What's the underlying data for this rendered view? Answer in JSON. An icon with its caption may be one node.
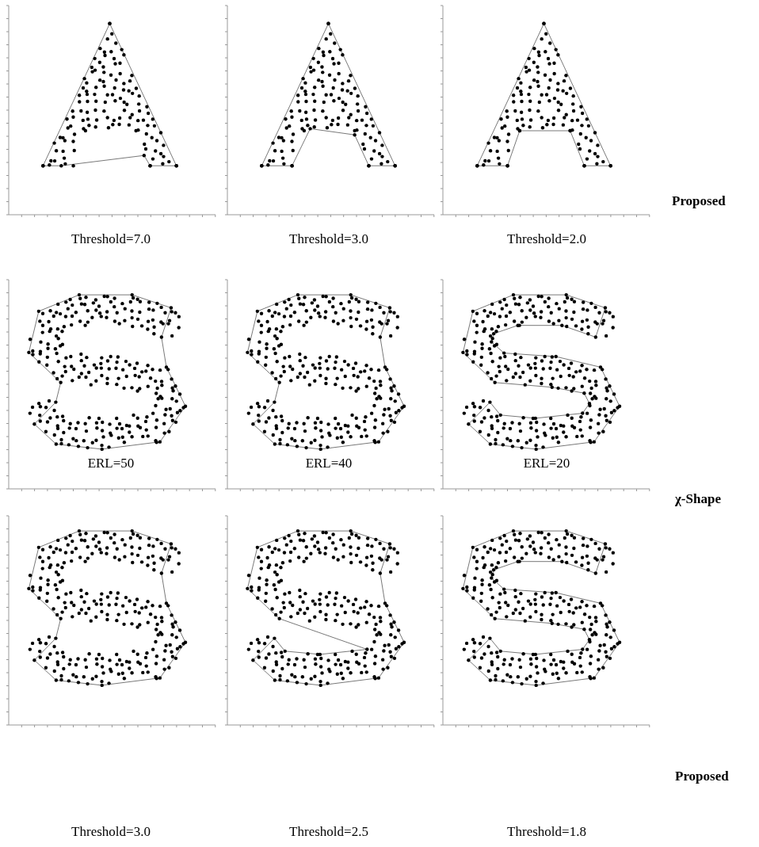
{
  "diagram": {
    "labels": [
      "Proposed",
      "Threshold=7.0",
      "Threshold=3.0",
      "Threshold=2.0",
      "χ-Shape",
      "ERL=50",
      "ERL=40",
      "ERL=20",
      "Proposed",
      "Threshold=3.0",
      "Threshold=2.5",
      "Threshold=1.8"
    ]
  }
}
